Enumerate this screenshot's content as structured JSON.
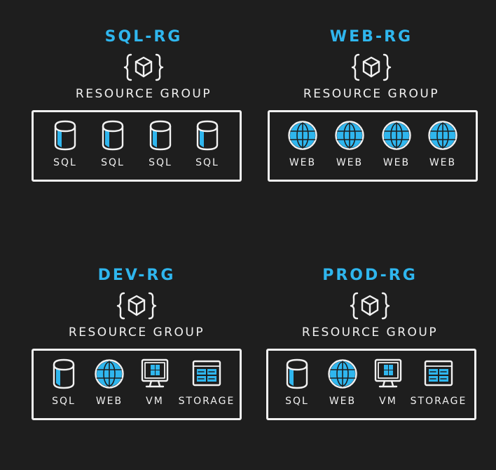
{
  "colors": {
    "background": "#1e1e1e",
    "accent": "#2fb6ee",
    "ink": "#f0f0f0"
  },
  "resource_group_label": "RESOURCE GROUP",
  "groups": [
    {
      "title": "SQL-RG",
      "icon": "resource-group-cube-icon",
      "resources": [
        {
          "type": "sql",
          "label": "SQL",
          "icon": "database-icon"
        },
        {
          "type": "sql",
          "label": "SQL",
          "icon": "database-icon"
        },
        {
          "type": "sql",
          "label": "SQL",
          "icon": "database-icon"
        },
        {
          "type": "sql",
          "label": "SQL",
          "icon": "database-icon"
        }
      ]
    },
    {
      "title": "WEB-RG",
      "icon": "resource-group-cube-icon",
      "resources": [
        {
          "type": "web",
          "label": "WEB",
          "icon": "globe-icon"
        },
        {
          "type": "web",
          "label": "WEB",
          "icon": "globe-icon"
        },
        {
          "type": "web",
          "label": "WEB",
          "icon": "globe-icon"
        },
        {
          "type": "web",
          "label": "WEB",
          "icon": "globe-icon"
        }
      ]
    },
    {
      "title": "DEV-RG",
      "icon": "resource-group-cube-icon",
      "resources": [
        {
          "type": "sql",
          "label": "SQL",
          "icon": "database-icon"
        },
        {
          "type": "web",
          "label": "WEB",
          "icon": "globe-icon"
        },
        {
          "type": "vm",
          "label": "VM",
          "icon": "virtual-machine-monitor-icon"
        },
        {
          "type": "storage",
          "label": "STORAGE",
          "icon": "storage-grid-icon"
        }
      ]
    },
    {
      "title": "PROD-RG",
      "icon": "resource-group-cube-icon",
      "resources": [
        {
          "type": "sql",
          "label": "SQL",
          "icon": "database-icon"
        },
        {
          "type": "web",
          "label": "WEB",
          "icon": "globe-icon"
        },
        {
          "type": "vm",
          "label": "VM",
          "icon": "virtual-machine-monitor-icon"
        },
        {
          "type": "storage",
          "label": "STORAGE",
          "icon": "storage-grid-icon"
        }
      ]
    }
  ]
}
